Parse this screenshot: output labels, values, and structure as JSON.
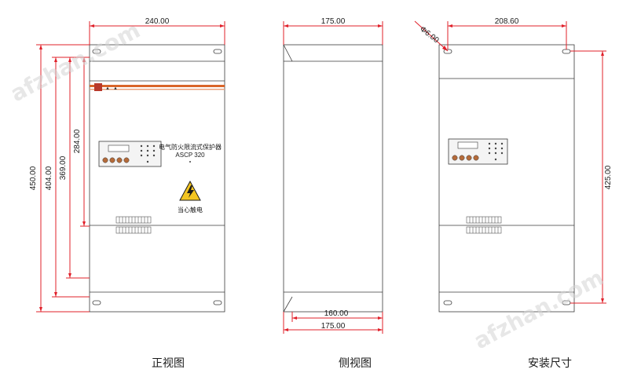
{
  "front_view": {
    "caption": "正视图",
    "dim_width": "240.00",
    "dim_450": "450.00",
    "dim_404": "404.00",
    "dim_369": "369.00",
    "dim_284": "284.00",
    "product_title": "电气防火限流式保护器",
    "product_model": "ASCP 320",
    "warning_text": "当心触电"
  },
  "side_view": {
    "caption": "侧视图",
    "dim_top": "175.00",
    "dim_bottom_inner": "160.00",
    "dim_bottom": "175.00"
  },
  "install_view": {
    "caption": "安装尺寸",
    "dim_hole": "Φ6.00",
    "dim_hole_spacing": "208.60",
    "dim_height": "425.00"
  },
  "watermark": "afzhan.com",
  "colors": {
    "dimension": "#e0202a",
    "stripe": "#d9652a",
    "warning": "#f3c521"
  }
}
